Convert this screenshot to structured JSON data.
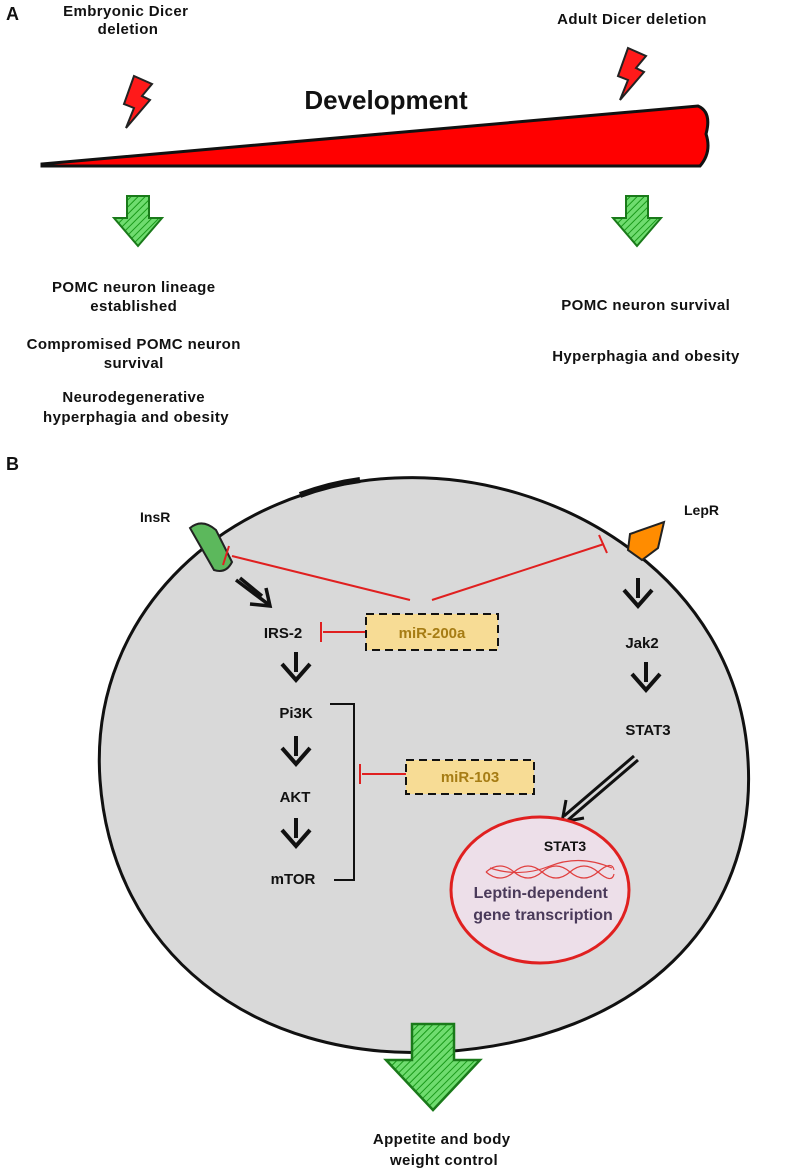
{
  "panel_a": {
    "label": "A",
    "embryonic_title": [
      "Embryonic Dicer",
      "deletion"
    ],
    "adult_title": "Adult Dicer deletion",
    "development_label": "Development",
    "embryonic_outcomes": [
      "POMC neuron lineage",
      "established",
      "Compromised POMC neuron",
      "survival",
      "Neurodegenerative",
      "hyperphagia and obesity"
    ],
    "adult_outcomes": [
      "POMC neuron survival",
      "Hyperphagia and obesity"
    ]
  },
  "panel_b": {
    "label": "B",
    "insr": "InsR",
    "lepr": "LepR",
    "irs2": "IRS-2",
    "mir200a": "miR-200a",
    "pi3k": "Pi3K",
    "akt": "AKT",
    "mtor": "mTOR",
    "mir103": "miR-103",
    "jak2": "Jak2",
    "stat3": "STAT3",
    "nucleus_stat3": "STAT3",
    "nucleus_text": [
      "Leptin-dependent",
      "gene transcription"
    ],
    "output": [
      "Appetite and body",
      "weight control"
    ]
  },
  "colors": {
    "wedge_red": "#ff0000",
    "arrow_green": "#3fbf3f",
    "cell_fill": "#d9d9d9",
    "insr_green": "#5cb85c",
    "lepr_orange": "#ff8c00",
    "mir_box": "#f7dc95",
    "inhibit_red": "#e02020",
    "nucleus_fill": "#eddfe9"
  },
  "icons": [
    "lightning-bolt-icon",
    "green-down-arrow-icon",
    "dna-helix-icon"
  ]
}
